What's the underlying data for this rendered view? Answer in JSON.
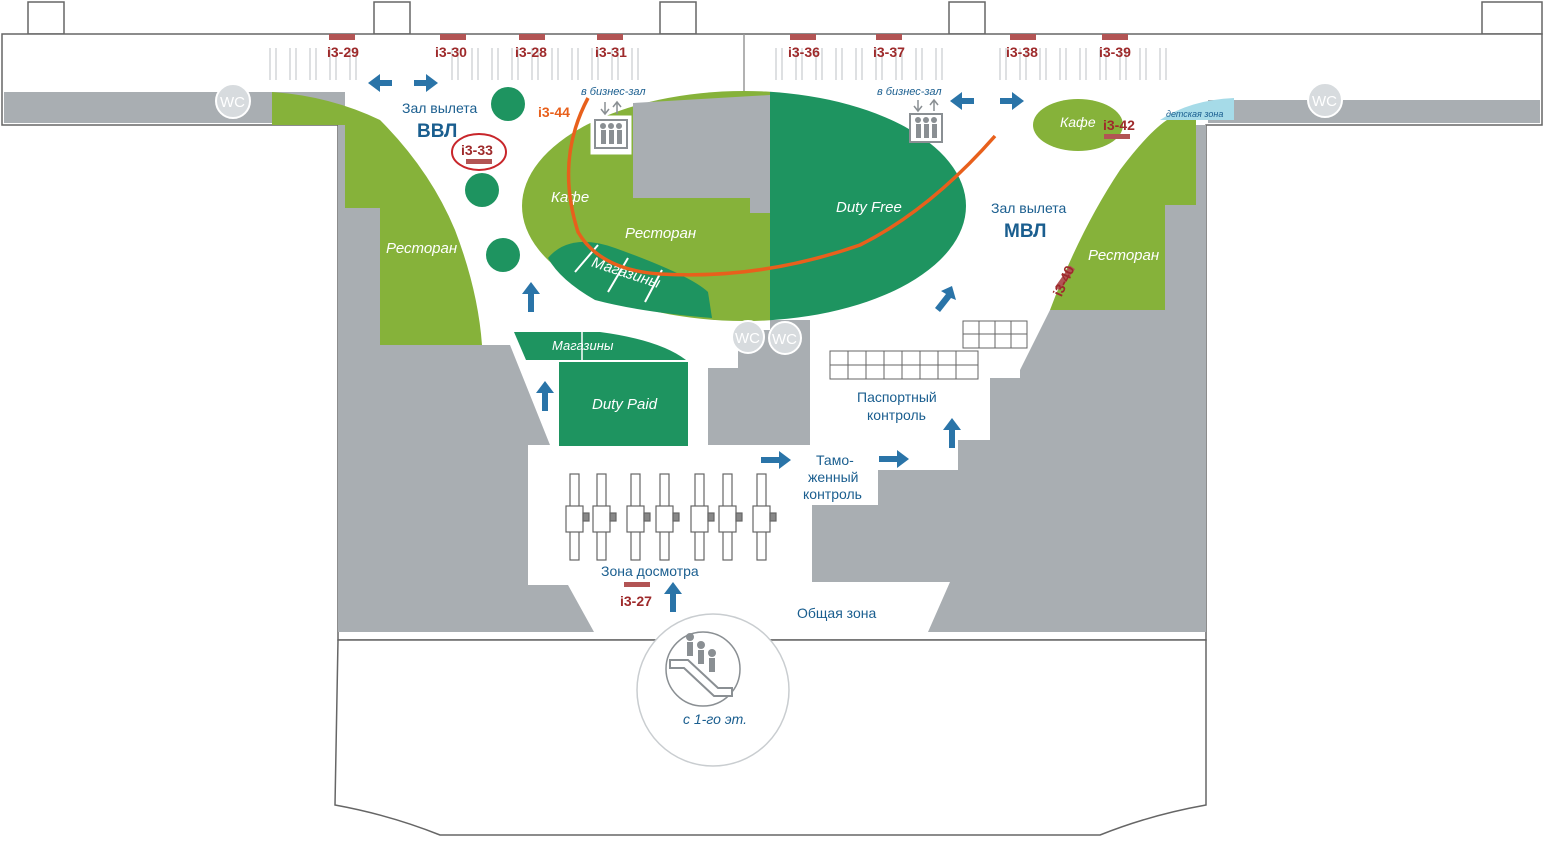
{
  "colors": {
    "wall_gray": "#a9aeb2",
    "light_green": "#86b23a",
    "dark_green": "#1e9460",
    "route_orange": "#e8601c",
    "gate_red": "#9e2a2b",
    "blue_text": "#1a5e8f",
    "arrow_blue": "#2a74a8",
    "kids_zone": "#a6dbe8"
  },
  "gates": [
    {
      "id": "g29",
      "label": "i3-29"
    },
    {
      "id": "g30",
      "label": "i3-30"
    },
    {
      "id": "g28",
      "label": "i3-28"
    },
    {
      "id": "g31",
      "label": "i3-31"
    },
    {
      "id": "g36",
      "label": "i3-36"
    },
    {
      "id": "g37",
      "label": "i3-37"
    },
    {
      "id": "g38",
      "label": "i3-38"
    },
    {
      "id": "g39",
      "label": "i3-39"
    },
    {
      "id": "g33",
      "label": "i3-33"
    },
    {
      "id": "g44",
      "label": "i3-44"
    },
    {
      "id": "g42",
      "label": "i3-42"
    },
    {
      "id": "g40",
      "label": "i3-40"
    },
    {
      "id": "g27",
      "label": "i3-27"
    }
  ],
  "halls": {
    "domestic_caption": "Зал вылета",
    "domestic_code": "ВВЛ",
    "international_caption": "Зал вылета",
    "international_code": "МВЛ"
  },
  "zones": {
    "restaurant_left": "Ресторан",
    "restaurant_center": "Ресторан",
    "restaurant_right": "Ресторан",
    "cafe_center": "Кафе",
    "cafe_right": "Кафе",
    "duty_free": "Duty Free",
    "duty_paid": "Duty Paid",
    "shops_round": "Магазины",
    "shops_lower": "Магазины",
    "kids_zone": "детская зона",
    "business_lounge_left": "в бизнес-зал",
    "business_lounge_right": "в бизнес-зал",
    "passport_control_1": "Паспортный",
    "passport_control_2": "контроль",
    "customs_1": "Тамо-",
    "customs_2": "женный",
    "customs_3": "контроль",
    "security": "Зона досмотра",
    "common_area": "Общая зона",
    "from_first_floor": "с 1-го эт."
  },
  "wc": {
    "left": "WC",
    "right": "WC",
    "center_1": "WC",
    "center_2": "WC"
  },
  "icons": {
    "elevator_left": "elevator-icon",
    "elevator_right": "elevator-icon",
    "escalator": "escalator-icon"
  }
}
